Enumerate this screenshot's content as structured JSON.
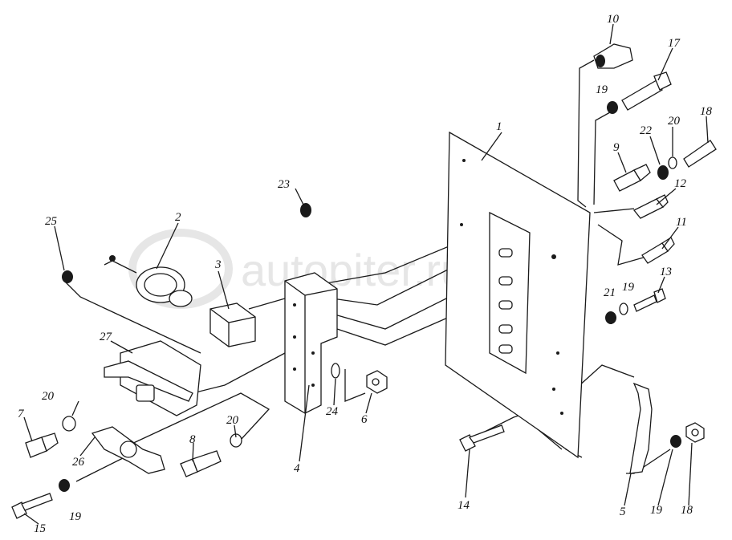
{
  "watermark": {
    "text": "autopiter.ru"
  },
  "callouts": [
    {
      "id": "c1",
      "label": "1"
    },
    {
      "id": "c2",
      "label": "2"
    },
    {
      "id": "c3",
      "label": "3"
    },
    {
      "id": "c4",
      "label": "4"
    },
    {
      "id": "c5",
      "label": "5"
    },
    {
      "id": "c6",
      "label": "6"
    },
    {
      "id": "c7",
      "label": "7"
    },
    {
      "id": "c8",
      "label": "8"
    },
    {
      "id": "c9",
      "label": "9"
    },
    {
      "id": "c10",
      "label": "10"
    },
    {
      "id": "c11",
      "label": "11"
    },
    {
      "id": "c12",
      "label": "12"
    },
    {
      "id": "c13",
      "label": "13"
    },
    {
      "id": "c14",
      "label": "14"
    },
    {
      "id": "c15",
      "label": "15"
    },
    {
      "id": "c17",
      "label": "17"
    },
    {
      "id": "c18a",
      "label": "18"
    },
    {
      "id": "c18b",
      "label": "18"
    },
    {
      "id": "c19a",
      "label": "19"
    },
    {
      "id": "c19b",
      "label": "19"
    },
    {
      "id": "c19c",
      "label": "19"
    },
    {
      "id": "c19d",
      "label": "19"
    },
    {
      "id": "c20a",
      "label": "20"
    },
    {
      "id": "c20b",
      "label": "20"
    },
    {
      "id": "c20c",
      "label": "20"
    },
    {
      "id": "c21",
      "label": "21"
    },
    {
      "id": "c22",
      "label": "22"
    },
    {
      "id": "c23",
      "label": "23"
    },
    {
      "id": "c24",
      "label": "24"
    },
    {
      "id": "c25",
      "label": "25"
    },
    {
      "id": "c26",
      "label": "26"
    },
    {
      "id": "c27",
      "label": "27"
    }
  ]
}
